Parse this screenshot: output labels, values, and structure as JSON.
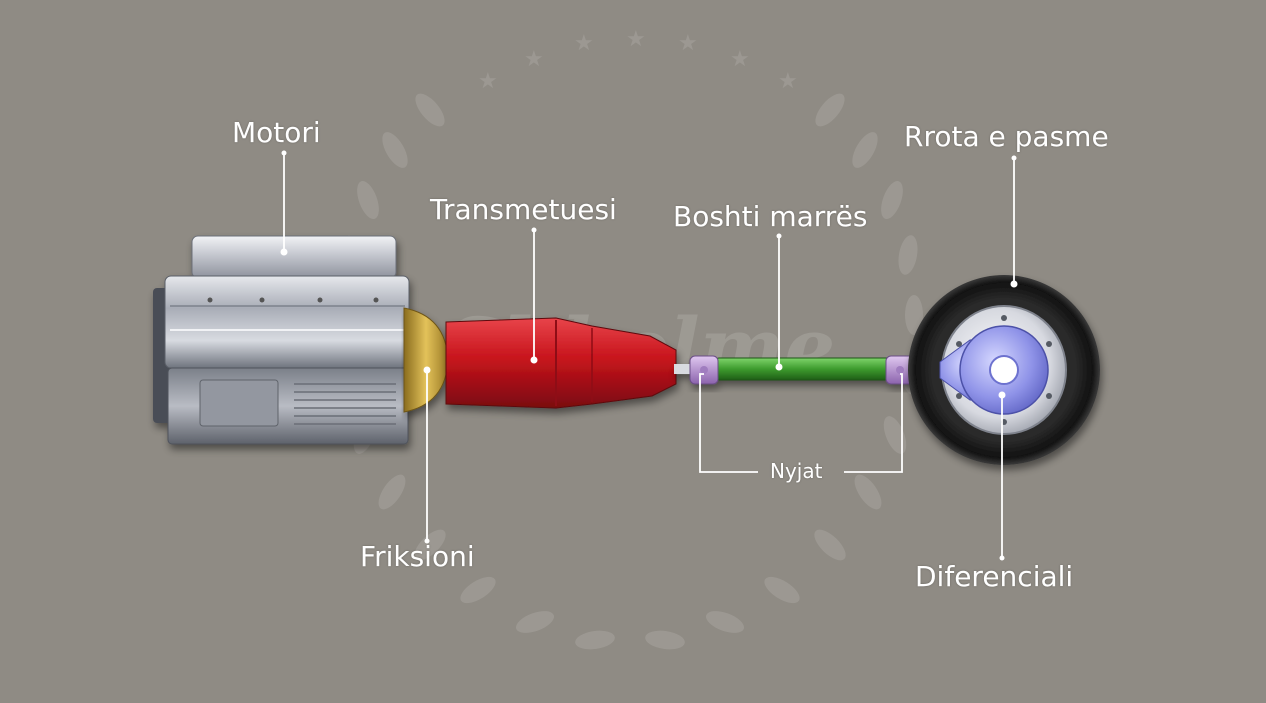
{
  "labels": {
    "motori": "Motori",
    "transmetuesi": "Transmetuesi",
    "boshti": "Boshti marrës",
    "rrota": "Rrota e pasme",
    "friksioni": "Friksioni",
    "diferenciali": "Diferenciali",
    "nyjat": "Nyjat"
  },
  "watermark": "Shkolme",
  "colors": {
    "background": "#8f8b84",
    "engine": "#c9cbd2",
    "transmission": "#c7141c",
    "clutch": "#c9a43c",
    "driveshaft": "#3d9b2e",
    "joint": "#b48fd0",
    "tire": "#1c1c1c",
    "differential": "#8f93e8",
    "leader": "#ffffff"
  }
}
